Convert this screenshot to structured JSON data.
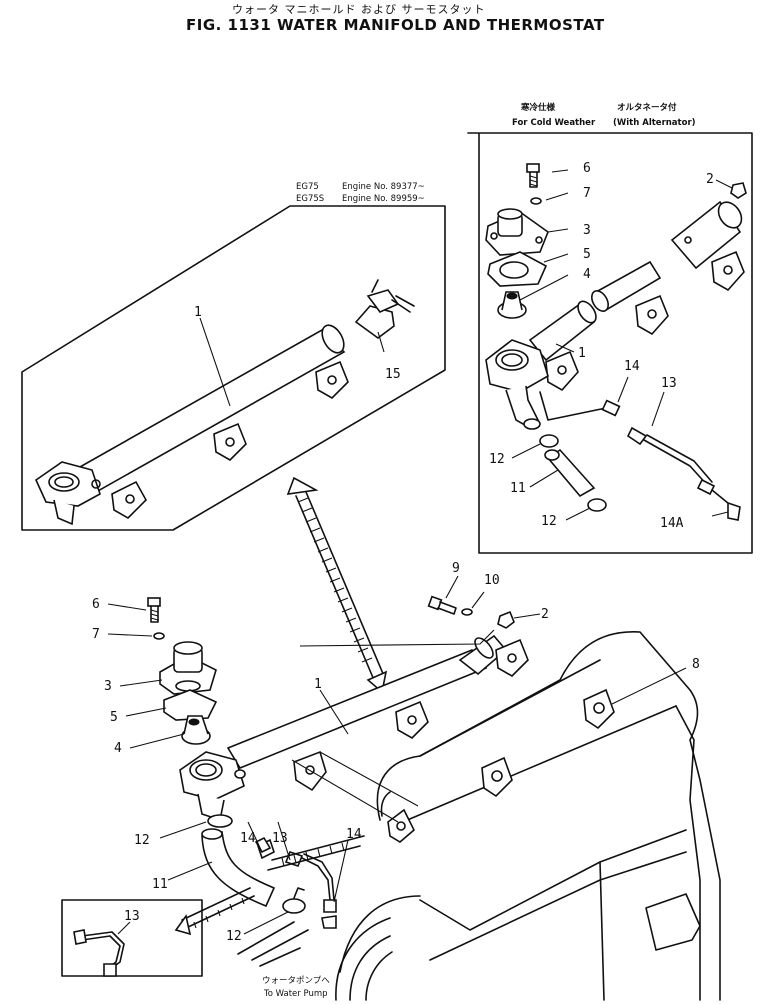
{
  "header": {
    "title_jp": "ウォータ マニホールド および サーモスタット",
    "title": "FIG. 1131  WATER MANIFOLD AND THERMOSTAT"
  },
  "cold_weather_box": {
    "jp_left": "寒冷仕様",
    "jp_right": "オルタネータ付",
    "label": "For Cold Weather",
    "label_right": "(With Alternator)"
  },
  "engine_box": {
    "model1": "EG75",
    "engine1": "Engine No. 89377~",
    "model2": "EG75S",
    "engine2": "Engine No. 89959~"
  },
  "pump_note": {
    "jp": "ウォータポンプへ",
    "en": "To Water Pump"
  },
  "callouts": {
    "c1a": "1",
    "c15": "15",
    "c6b": "6",
    "c7b": "7",
    "c3b": "3",
    "c5b": "5",
    "c4b": "4",
    "c2b": "2",
    "c1b": "1",
    "c14b": "14",
    "c13b": "13",
    "c12b1": "12",
    "c11b": "11",
    "c12b2": "12",
    "c14Ab": "14A",
    "c9": "9",
    "c10": "10",
    "c2m": "2",
    "c6m": "6",
    "c7m": "7",
    "c3m": "3",
    "c5m": "5",
    "c4m": "4",
    "c1m": "1",
    "c8": "8",
    "c12m": "12",
    "c14m1": "14",
    "c13m": "13",
    "c14m2": "14",
    "c11m": "11",
    "c12m2": "12",
    "c13inset": "13"
  }
}
